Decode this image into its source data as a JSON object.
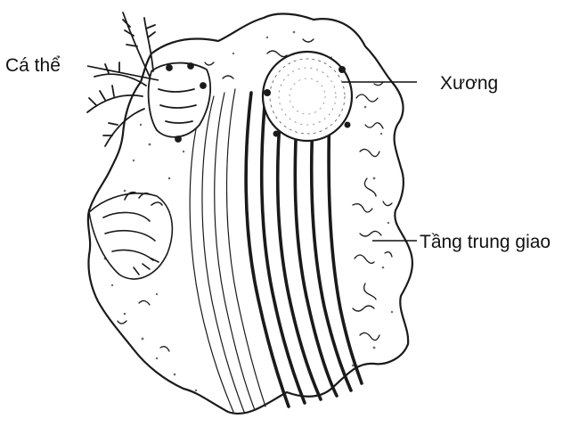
{
  "labels": {
    "individual": "Cá thể",
    "skeleton": "Xương",
    "mesoglea": "Tầng trung giao"
  },
  "colors": {
    "ink": "#1a1a1a",
    "background": "#ffffff",
    "stipple": "#6b6b6b"
  }
}
